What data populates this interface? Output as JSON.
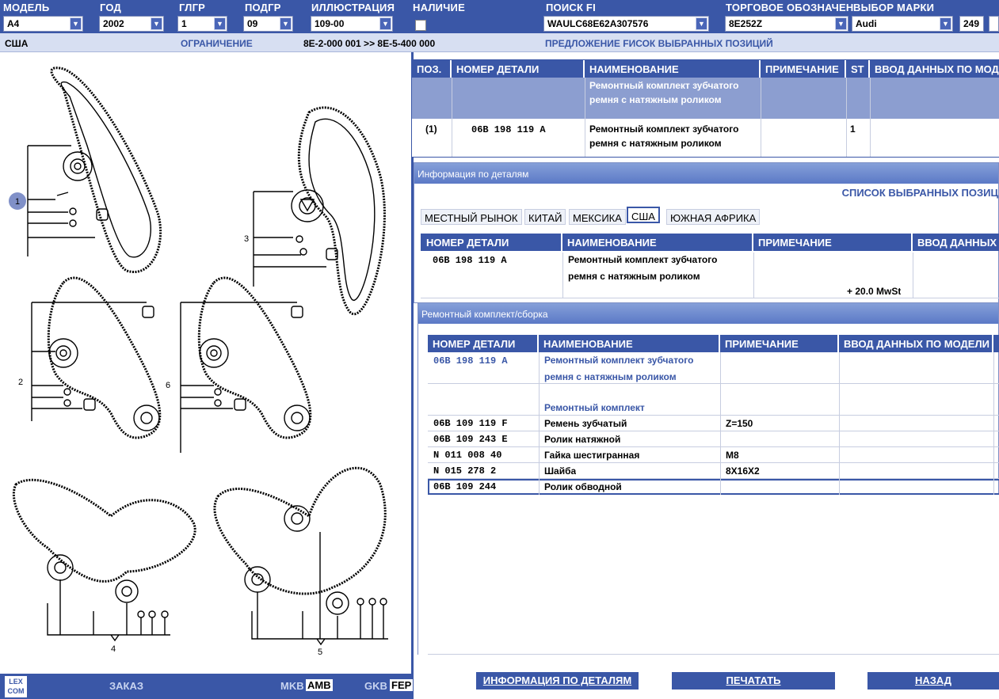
{
  "filters": {
    "model": {
      "label": "МОДЕЛЬ",
      "value": "A4"
    },
    "year": {
      "label": "ГОД",
      "value": "2002"
    },
    "glgr": {
      "label": "ГЛГР",
      "value": "1"
    },
    "podgr": {
      "label": "ПОДГР",
      "value": "09"
    },
    "illustration": {
      "label": "ИЛЛЮСТРАЦИЯ",
      "value": "109-00"
    },
    "availability": {
      "label": "НАЛИЧИЕ"
    },
    "search_fi": {
      "label": "ПОИСК FI",
      "value": "WAULC68E62A307576"
    },
    "trade_designation": {
      "label": "ТОРГОВОЕ ОБОЗНАЧЕН",
      "value": "8E252Z"
    },
    "brand": {
      "label": "ВЫБОР МАРКИ",
      "value": "Audi"
    },
    "brand_code": "249"
  },
  "info_row": {
    "region": "США",
    "restriction_label": "ОГРАНИЧЕНИЕ",
    "restriction_value": "8E-2-000 001 >> 8E-5-400 000",
    "proposal": "ПРЕДЛОЖЕНИЕ FИСОК ВЫБРАННЫХ ПОЗИЦИЙ"
  },
  "main_table": {
    "headers": [
      "ПОЗ.",
      "НОМЕР ДЕТАЛИ",
      "НАИМЕНОВАНИЕ",
      "ПРИМЕЧАНИЕ",
      "ST",
      "ВВОД ДАННЫХ ПО МОДЕЛИ"
    ],
    "rows": [
      {
        "pos": "",
        "part": "",
        "name_1": "Ремонтный комплект зубчатого",
        "name_2": "ремня с натяжным роликом",
        "note": "",
        "st": ""
      },
      {
        "pos": "(1)",
        "part": "06B 198 119 A",
        "name_1": "Ремонтный комплект зубчатого",
        "name_2": "ремня с натяжным роликом",
        "note": "",
        "st": "1"
      }
    ]
  },
  "details_window": {
    "title": "Информация по деталям",
    "subtitle": "СПИСОК ВЫБРАННЫХ ПОЗИЦ",
    "tabs": [
      "МЕСТНЫЙ РЫНОК",
      "КИТАЙ",
      "МЕКСИКА",
      "США",
      "ЮЖНАЯ АФРИКА"
    ],
    "active_tab": "США",
    "headers": [
      "НОМЕР ДЕТАЛИ",
      "НАИМЕНОВАНИЕ",
      "ПРИМЕЧАНИЕ",
      "ВВОД ДАННЫХ"
    ],
    "row": {
      "part": "06B 198 119 A",
      "name_1": "Ремонтный комплект зубчатого",
      "name_2": "ремня с натяжным роликом",
      "price": "+  20.0 MwSt"
    }
  },
  "kit_window": {
    "title": "Ремонтный комплект/сборка",
    "headers": [
      "НОМЕР ДЕТАЛИ",
      "НАИМЕНОВАНИЕ",
      "ПРИМЕЧАНИЕ",
      "ВВОД ДАННЫХ ПО МОДЕЛИ"
    ],
    "rows": [
      {
        "part": "06B 198 119 A",
        "name": "Ремонтный комплект зубчатого",
        "name_2": "ремня с натяжным роликом",
        "note": ""
      },
      {
        "part": "",
        "name": "Ремонтный комплект",
        "note": ""
      },
      {
        "part": "06B 109 119 F",
        "name": "Ремень зубчатый",
        "note": "Z=150"
      },
      {
        "part": "06B 109 243 E",
        "name": "Ролик натяжной",
        "note": ""
      },
      {
        "part": "N   011 008 40",
        "name": "Гайка шестигранная",
        "note": "M8"
      },
      {
        "part": "N   015 278 2",
        "name": "Шайба",
        "note": "8X16X2"
      },
      {
        "part": "06B 109 244",
        "name": "Ролик обводной",
        "note": ""
      }
    ]
  },
  "buttons": {
    "details_info": "ИНФОРМАЦИЯ ПО ДЕТАЛЯМ",
    "print": "ПЕЧАТАТЬ",
    "back": "НАЗАД"
  },
  "bottom_bar": {
    "logo_1": "LEX",
    "logo_2": "COM",
    "order": "ЗАКАЗ",
    "mkb_label": "MKB",
    "mkb_value": "AMB",
    "gkb_label": "GKB",
    "gkb_value": "FEP"
  },
  "diagram": {
    "callouts": [
      "1",
      "2",
      "3",
      "4",
      "5",
      "6"
    ]
  },
  "colors": {
    "accent": "#3a57a7",
    "header_band": "#8c9ed0",
    "info_row": "#d7dff2"
  }
}
